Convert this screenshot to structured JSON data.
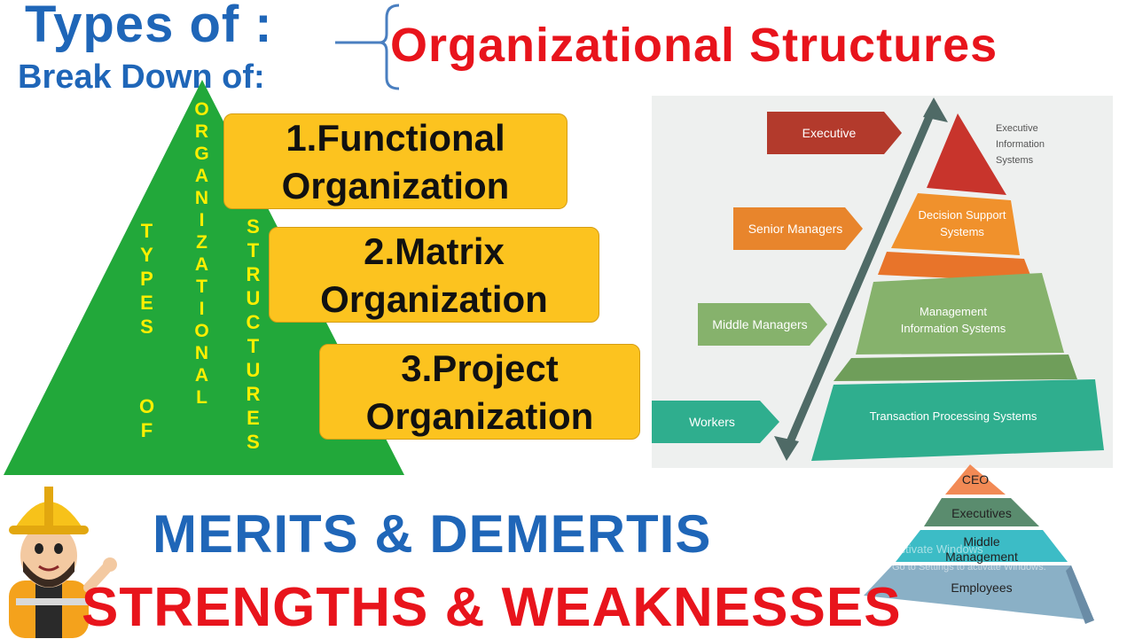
{
  "header": {
    "line1": "Types of :",
    "line2": "Break Down of:",
    "title": "Organizational Structures"
  },
  "green_pyramid": {
    "col1_top": "TYPES",
    "col1_bottom": "OF",
    "col2": "ORGANIZATIONAL",
    "col3": "STRUCTURES"
  },
  "types": [
    {
      "line1": "1.Functional",
      "line2": "Organization"
    },
    {
      "line1": "2.Matrix",
      "line2": "Organization"
    },
    {
      "line1": "3.Project",
      "line2": "Organization"
    }
  ],
  "info_pyramid": {
    "roles": [
      "Executive",
      "Senior Managers",
      "Middle Managers",
      "Workers"
    ],
    "executive_info": [
      "Executive",
      "Information",
      "Systems"
    ],
    "dss": [
      "Decision Support",
      "Systems"
    ],
    "mis": [
      "Management",
      "Information Systems"
    ],
    "tps": "Transaction Processing Systems"
  },
  "small_pyramid": {
    "levels": [
      "CEO",
      "Executives",
      "Middle",
      "Management",
      "Employees"
    ]
  },
  "watermark": {
    "line1": "Activate Windows",
    "line2": "Go to Settings to activate Windows."
  },
  "bottom": {
    "merits": "MERITS & DEMERTIS",
    "strengths": "STRENGTHS & WEAKNESSES"
  },
  "colors": {
    "blue": "#1f66b8",
    "red": "#e8141c",
    "green": "#22a83a",
    "yellow": "#fcc31f"
  }
}
